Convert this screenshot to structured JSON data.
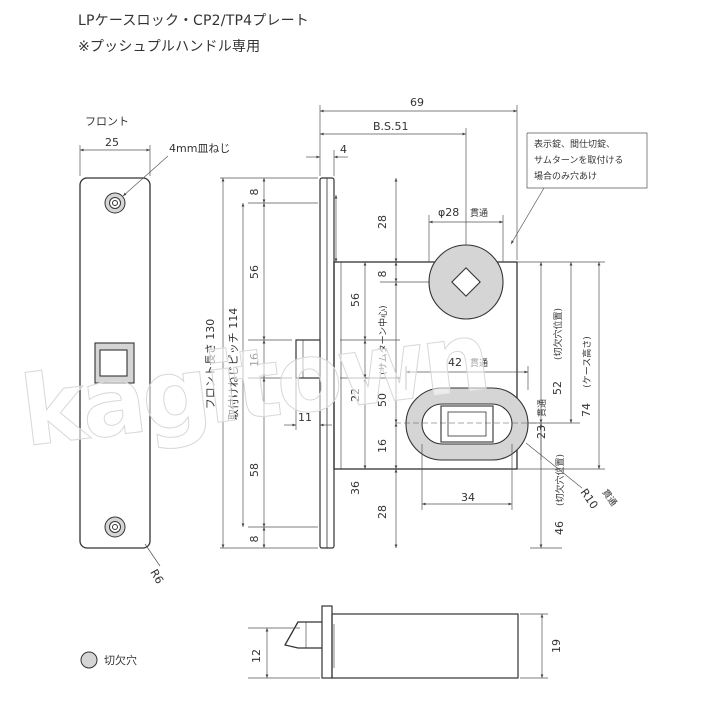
{
  "title_line1": "LPケースロック・CP2/TP4プレート",
  "title_line2": "※プッシュプルハンドル専用",
  "labels": {
    "front": "フロント",
    "screw": "4mm皿ねじ",
    "front_length": "フロント長さ 130",
    "screw_pitch": "取付けねじピッチ 114",
    "bs": "B.S.51",
    "phi28": "φ28",
    "kantsu": "貫通",
    "note_line1": "表示錠、間仕切錠、",
    "note_line2": "サムターンを取付ける",
    "note_line3": "場合のみ穴あけ",
    "thumbturn_center": "(サムターン中心)",
    "cutout_pos_1": "(切欠穴位置)",
    "case_height": "(ケース高さ)",
    "cutout_pos_2": "(切欠穴位置)",
    "r10": "R10",
    "r6": "R6",
    "legend": "切欠穴"
  },
  "dims": {
    "w69": "69",
    "w25": "25",
    "w4": "4",
    "v8a": "8",
    "v56a": "56",
    "v16a": "16",
    "v58": "58",
    "v8b": "8",
    "v28a": "28",
    "v8c": "8",
    "v56b": "56",
    "v22": "22",
    "v36": "36",
    "v28b": "28",
    "w11": "11",
    "v50": "50",
    "v16b": "16",
    "w42": "42",
    "w34": "34",
    "v52": "52",
    "v74": "74",
    "v23": "23",
    "v46": "46",
    "v12": "12",
    "v19": "19"
  },
  "watermark": "kagitown",
  "colors": {
    "line": "#333333",
    "dim": "#555555",
    "cutout": "#d5d5d5"
  }
}
